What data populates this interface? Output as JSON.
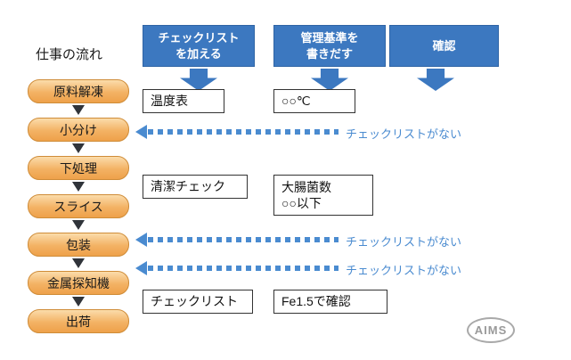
{
  "page": {
    "title": "仕事の流れ",
    "logo": "AIMS"
  },
  "flow": {
    "steps": [
      {
        "label": "原料解凍"
      },
      {
        "label": "小分け"
      },
      {
        "label": "下処理"
      },
      {
        "label": "スライス"
      },
      {
        "label": "包装"
      },
      {
        "label": "金属探知機"
      },
      {
        "label": "出荷"
      }
    ]
  },
  "headers": [
    {
      "label": "チェックリスト\nを加える"
    },
    {
      "label": "管理基準を\n書きだす"
    },
    {
      "label": "確認"
    }
  ],
  "checklist_items": [
    {
      "label": "温度表"
    },
    {
      "label": "清潔チェック"
    },
    {
      "label": "チェックリスト"
    }
  ],
  "standard_items": [
    {
      "label": "○○℃"
    },
    {
      "label": "大腸菌数\n○○以下"
    },
    {
      "label": "Fe1.5で確認"
    }
  ],
  "missing_notes": [
    {
      "label": "チェックリストがない"
    },
    {
      "label": "チェックリストがない"
    },
    {
      "label": "チェックリストがない"
    }
  ],
  "colors": {
    "header_blue": "#3c78c0",
    "arrow_blue": "#4a8bd0",
    "flow_orange": "#eea14a",
    "flow_border": "#cf8c38"
  }
}
